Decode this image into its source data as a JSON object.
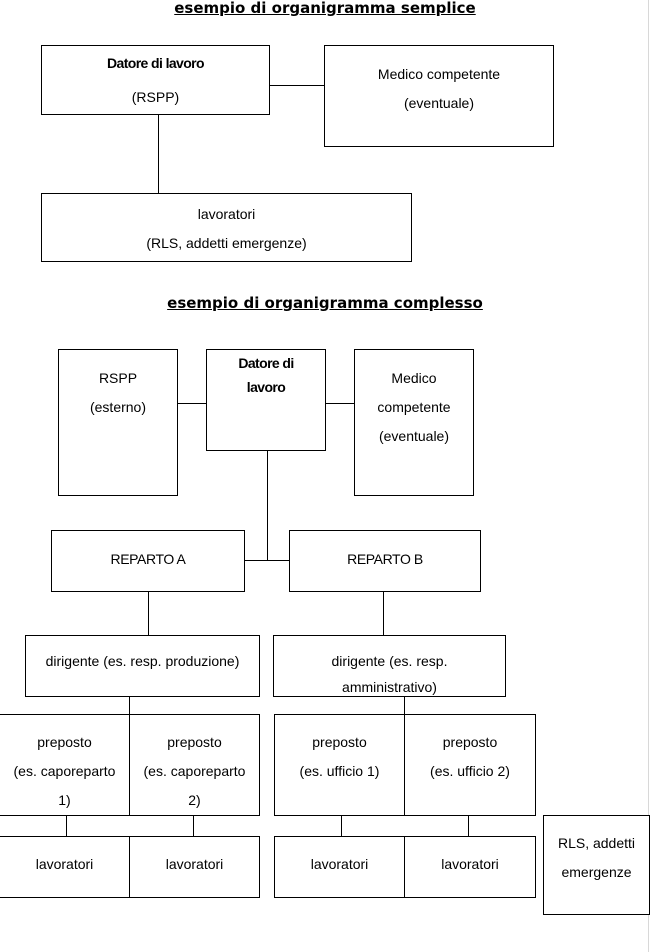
{
  "simple": {
    "title": "esempio di organigramma semplice",
    "employer": {
      "line1": "Datore di lavoro",
      "line2": "(RSPP)"
    },
    "doctor": {
      "line1": "Medico competente",
      "line2": "(eventuale)"
    },
    "workers": {
      "line1": "lavoratori",
      "line2": "(RLS, addetti emergenze)"
    }
  },
  "complex": {
    "title": "esempio di organigramma complesso",
    "rspp": {
      "line1": "RSPP",
      "line2": "(esterno)"
    },
    "employer": {
      "line1": "Datore di",
      "line2": "lavoro"
    },
    "doctor": {
      "line1": "Medico",
      "line2": "competente",
      "line3": "(eventuale)"
    },
    "dept_a": "REPARTO A",
    "dept_b": "REPARTO B",
    "manager_a": "dirigente (es. resp. produzione)",
    "manager_b": {
      "line1": "dirigente (es. resp.",
      "line2": "amministrativo)"
    },
    "supervisors": [
      {
        "line1": "preposto",
        "line2": "(es. caporeparto",
        "line3": "1)"
      },
      {
        "line1": "preposto",
        "line2": "(es. caporeparto",
        "line3": "2)"
      },
      {
        "line1": "preposto",
        "line2": "(es. ufficio 1)"
      },
      {
        "line1": "preposto",
        "line2": "(es. ufficio 2)"
      }
    ],
    "workers": [
      "lavoratori",
      "lavoratori",
      "lavoratori",
      "lavoratori"
    ],
    "rls": {
      "line1": "RLS, addetti",
      "line2": "emergenze"
    }
  }
}
